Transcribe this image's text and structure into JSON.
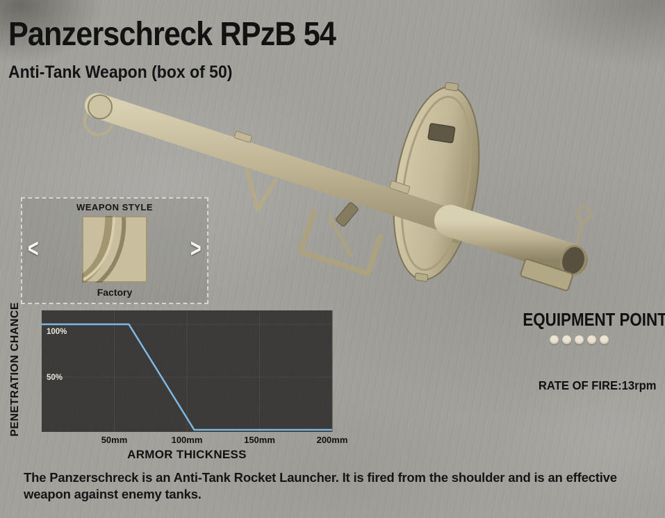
{
  "title": "Panzerschreck RPzB 54",
  "subtitle": "Anti-Tank Weapon (box of 50)",
  "weapon_style": {
    "header": "WEAPON STYLE",
    "selected": "Factory",
    "prev": "<",
    "next": ">"
  },
  "equipment_points": {
    "label": "EQUIPMENT POINTS",
    "total": 5,
    "filled": 5
  },
  "rate_of_fire": {
    "label": "RATE OF FIRE:",
    "value": "13rpm"
  },
  "description": "The Panzerschreck is an Anti-Tank Rocket Launcher. It is fired from the shoulder and is an effective weapon against enemy tanks.",
  "colors": {
    "accent_line": "#7cb9e4",
    "dot": "#ece3d2",
    "chart_panel": "rgba(38,37,35,0.82)",
    "grid": "#4a4845",
    "tick_text_light": "#e8e6df",
    "tick_text_dark": "#111111"
  },
  "chart_data": {
    "type": "line",
    "title": "",
    "xlabel": "ARMOR THICKNESS",
    "ylabel": "PENETRATION CHANCE",
    "xlim": [
      0,
      200
    ],
    "ylim": [
      0,
      100
    ],
    "x_unit": "mm",
    "x_ticks": [
      50,
      100,
      150,
      200
    ],
    "x_tick_labels": [
      "50mm",
      "100mm",
      "150mm",
      "200mm"
    ],
    "y_ticks": [
      50,
      100
    ],
    "y_tick_labels": [
      "50%",
      "100%"
    ],
    "grid": true,
    "legend": false,
    "series": [
      {
        "name": "Penetration Chance",
        "points": [
          [
            0,
            100
          ],
          [
            60,
            100
          ],
          [
            105,
            0
          ],
          [
            200,
            0
          ]
        ]
      }
    ]
  }
}
